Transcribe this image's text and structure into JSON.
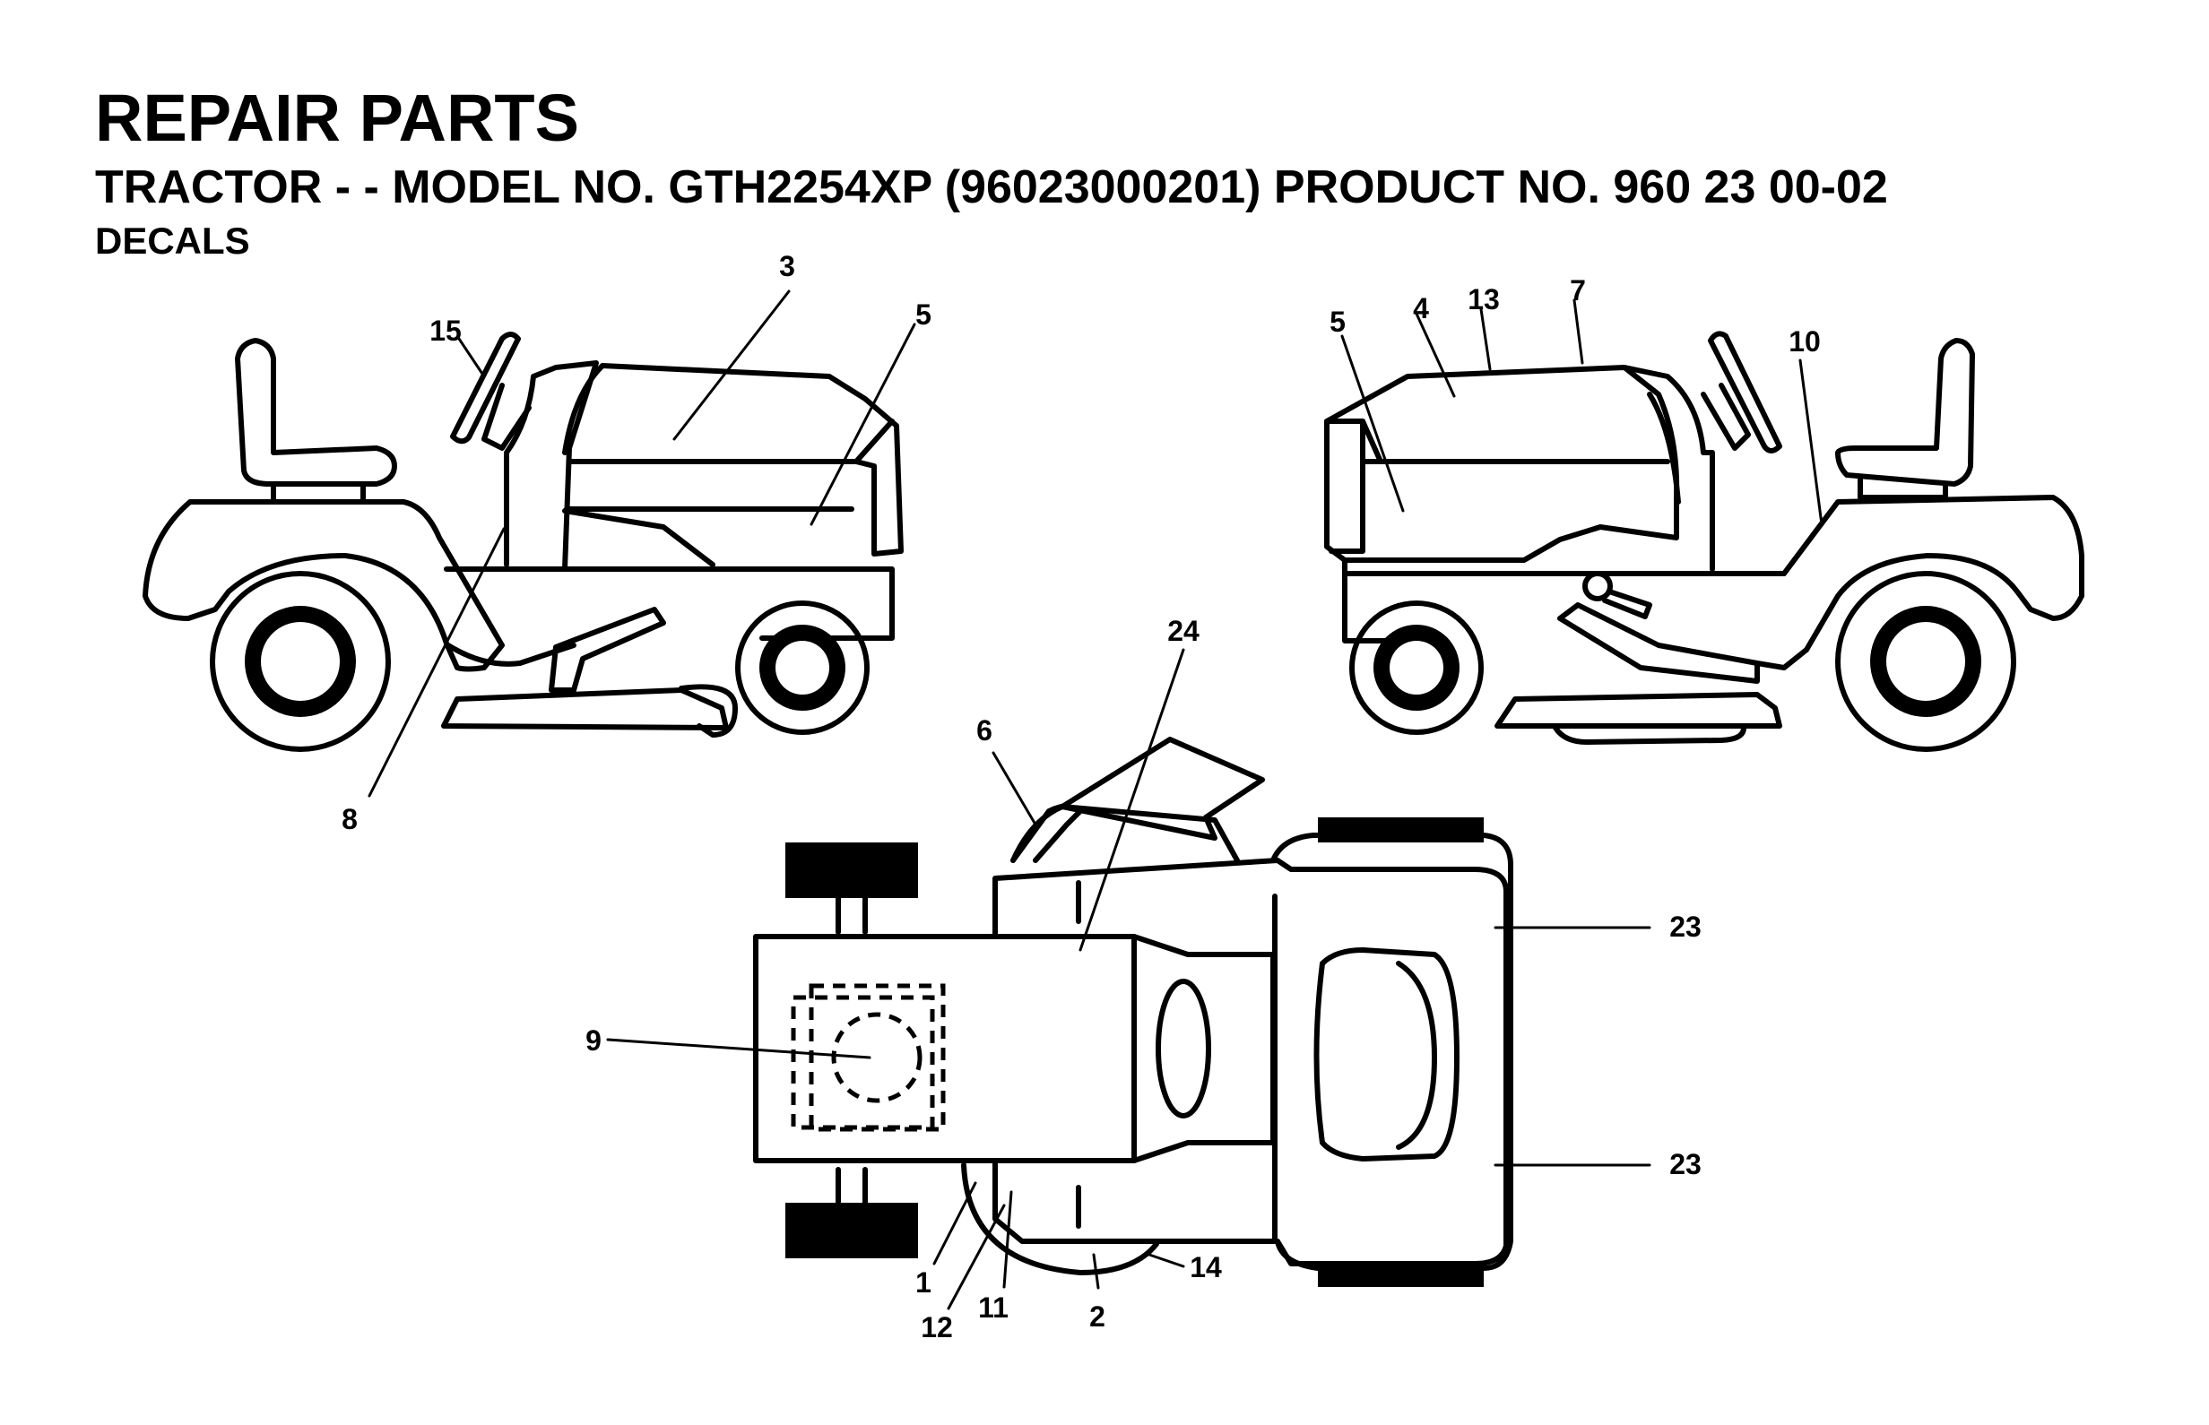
{
  "header": {
    "title": "REPAIR PARTS",
    "subtitle": "TRACTOR - - MODEL NO. GTH2254XP (96023000201) PRODUCT NO. 960 23 00-02",
    "section": "DECALS"
  },
  "callouts": {
    "c1": "1",
    "c2": "2",
    "c3": "3",
    "c4": "4",
    "c5a": "5",
    "c5b": "5",
    "c6": "6",
    "c7": "7",
    "c8": "8",
    "c9": "9",
    "c10": "10",
    "c11": "11",
    "c12": "12",
    "c13": "13",
    "c14": "14",
    "c15": "15",
    "c23a": "23",
    "c23b": "23",
    "c24": "24"
  }
}
